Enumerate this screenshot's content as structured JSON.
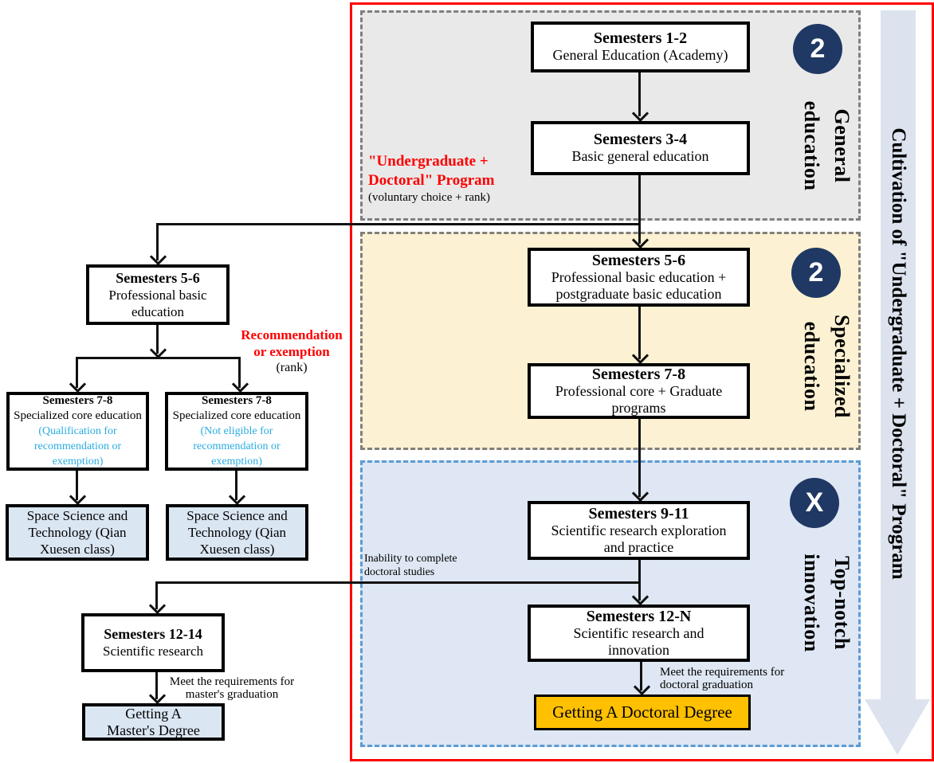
{
  "banner": {
    "text": "Cultivation of \"Undergraduate + Doctoral\" Program"
  },
  "sections": {
    "general": {
      "badge": "2",
      "label_line1": "General",
      "label_line2": "education"
    },
    "specialized": {
      "badge": "2",
      "label_line1": "Specialized",
      "label_line2": "education"
    },
    "topnotch": {
      "badge": "X",
      "label_line1": "Top-notch",
      "label_line2": "innovation"
    }
  },
  "program_note": {
    "line1": "\"Undergraduate +",
    "line2": "Doctoral\" Program",
    "sub": "(voluntary choice + rank)"
  },
  "right_flow": {
    "sem_1_2": {
      "title": "Semesters 1-2",
      "lines": [
        "General Education (Academy)"
      ]
    },
    "sem_3_4": {
      "title": "Semesters 3-4",
      "lines": [
        "Basic general education"
      ]
    },
    "sem_5_6": {
      "title": "Semesters 5-6",
      "lines": [
        "Professional basic education +",
        "postgraduate basic education"
      ]
    },
    "sem_7_8": {
      "title": "Semesters 7-8",
      "lines": [
        "Professional core + Graduate",
        "programs"
      ]
    },
    "sem_9_11": {
      "title": "Semesters 9-11",
      "lines": [
        "Scientific research exploration",
        "and practice"
      ]
    },
    "sem_12_n": {
      "title": "Semesters 12-N",
      "lines": [
        "Scientific research and",
        "innovation"
      ]
    },
    "doctoral_degree": {
      "label": "Getting A Doctoral Degree"
    },
    "doctoral_requirement": {
      "line1": "Meet the requirements for",
      "line2": "doctoral graduation"
    }
  },
  "left_flow": {
    "sem_5_6": {
      "title": "Semesters 5-6",
      "lines": [
        "Professional basic",
        "education"
      ]
    },
    "recommendation": {
      "line1": "Recommendation",
      "line2": "or exemption",
      "sub": "(rank)"
    },
    "sem_7_8_qualified": {
      "title": "Semesters 7-8",
      "line": "Specialized core education",
      "note_lines": [
        "(Qualification for",
        "recommendation or",
        "exemption)"
      ]
    },
    "sem_7_8_not_eligible": {
      "title": "Semesters 7-8",
      "line": "Specialized core education",
      "note_lines": [
        "(Not eligible for",
        "recommendation or",
        "exemption)"
      ]
    },
    "space_qualified": {
      "lines": [
        "Space Science and",
        "Technology (Qian",
        "Xuesen class)"
      ]
    },
    "space_not_eligible": {
      "lines": [
        "Space Science and",
        "Technology (Qian",
        "Xuesen class)"
      ]
    },
    "sem_12_14": {
      "title": "Semesters 12-14",
      "lines": [
        "Scientific research"
      ]
    },
    "master_requirement": {
      "line1": "Meet the requirements for",
      "line2": "master's graduation"
    },
    "master_degree": {
      "line1": "Getting A",
      "line2": "Master's Degree"
    },
    "inability": {
      "line1": "Inability to complete",
      "line2": "doctoral studies"
    }
  },
  "colors": {
    "frame_red": "#fe0000",
    "badge_navy": "#1f3864",
    "orange": "#ffc000",
    "note_blue": "#29abe2",
    "section_gray": "#e9e9e9",
    "section_yellow": "#fcf1d2",
    "section_blue": "#dee7f3",
    "box_blue": "#dbe6f3",
    "banner_fill": "#dce3ee",
    "blue_dash": "#5b9bd5"
  }
}
